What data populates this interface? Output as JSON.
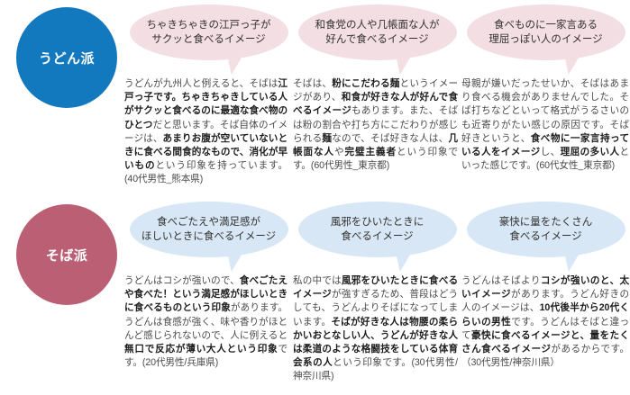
{
  "meta": {
    "colors": {
      "udon_circle": "#1279BF",
      "soba_circle": "#BB5F74",
      "pink_bubble": "#F2DEE3",
      "blue_bubble": "#D7E7F5",
      "body_text": "#4a4a4a",
      "emphasis_text": "#1d1d1d",
      "background": "#ffffff"
    }
  },
  "groups": [
    {
      "id": "udon-faction",
      "label": "うどん派",
      "bubble_style": "pink",
      "columns": [
        {
          "bubble": "ちゃきちゃきの江戸っ子が\nサクッと食べるイメージ",
          "body_html": "うどんが九州人と例えると、そばは<b>江戸っ子です。ちゃきちゃきしている人がサクッと食べるのに最適な食べ物のひとつ</b>だと思います。そば自体のイメージは、<b>あまりお腹が空いていないときに食べる間食的なもので、消化が早いもの</b>という印象を持っています。(40代男性_熊本県)"
        },
        {
          "bubble": "和食党の人や几帳面な人が\n好んで食べるイメージ",
          "body_html": "そばは、<b>粉にこだわる麺</b>というイメージがあり、<b>和食が好きな人が好んで食べるイメージ</b>もあります。また、そばは粉の割合や打ち方にこだわりが感じられる<b>麺</b>なので、そば好きな人は、<b>几帳面な人</b>や<b>完璧主義者</b>という印象です。(60代男性_東京都)"
        },
        {
          "bubble": "食べものに一家言ある\n理屈っぽい人のイメージ",
          "body_html": "母親が嫌いだったせいか、そばはあまり食べる機会がありませんでした。そば打ちなどといって格式がうるさいのも近寄りがたい感じの原因です。そば好きというと、<b>食べ物に一家言持っている人をイメージ</b>し、<b>理屈の多い人</b>といった感じです。(60代女性_東京都)"
        }
      ]
    },
    {
      "id": "soba-faction",
      "label": "そば派",
      "bubble_style": "blue",
      "columns": [
        {
          "bubble": "食べごたえや満足感が\nほしいときに食べるイメージ",
          "body_html": "うどんはコシが強いので、<b>食べごたえや食べた！という満足感がほしいときに食べるものという印象</b>があります。うどんは食感が強く、味や香りがほとんど感じられないので、人に例えると<b>無口で反応が薄い大人という印象</b>です。(20代男性/兵庫県)"
        },
        {
          "bubble": "風邪をひいたときに\n食べるイメージ",
          "body_html": "私の中では<b>風邪をひいたときに食べるイメージ</b>が強すぎるため、普段はどうしても、うどんよりそばになってしまいます。<b>そばが好きな人は物腰の柔らかいおとなしい人、うどんが好きな人は柔道のような格闘技をしている体育会系の人</b>という印象です。(30代男性/神奈川県)"
        },
        {
          "bubble": "豪快に量をたくさん\n食べるイメージ",
          "body_html": "うどんはそばより<b>コシが強いのと、太いイメージ</b>があります。うどん好きの人のイメージは、<b>10代後半から20代くらいの男性</b>です。うどんはそばと違って<b>豪快に食べるイメージと、量をたくさん食べるイメージ</b>があるからです。（30代男性/神奈川県）"
        }
      ]
    }
  ]
}
